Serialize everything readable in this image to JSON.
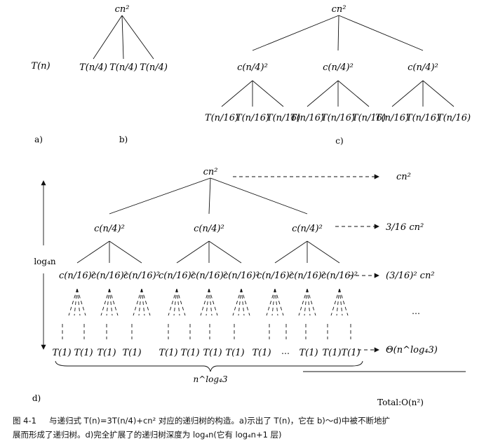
{
  "nodes": {
    "root": "cn²",
    "t_n": "T(n)",
    "t_quarter": "T(n/4)",
    "c_quarter": "c(n/4)²",
    "t_sixteenth": "T(n/16)",
    "c_sixteenth": "c(n/16)²",
    "t_one": "T(1)"
  },
  "panel_labels": {
    "a": "a)",
    "b": "b)",
    "c": "c)",
    "d": "d)"
  },
  "level_costs": {
    "level0": "cn²",
    "level1": "3/16 cn²",
    "level2": "(3/16)² cn²",
    "leaves": "Θ(n^log₄3)",
    "total": "Total:O(n²)"
  },
  "height_label": "log₄n",
  "leaf_count_label": "n^log₄3",
  "ellipsis": "…",
  "caption": {
    "label": "图 4-1",
    "line1": "与递归式 T(n)=3T(n/4)+cn² 对应的递归树的构造。a)示出了 T(n)，它在 b)～d)中被不断地扩",
    "line2": "展而形成了递归树。d)完全扩展了的递归树深度为 log₄n(它有 log₄n+1 层)"
  }
}
